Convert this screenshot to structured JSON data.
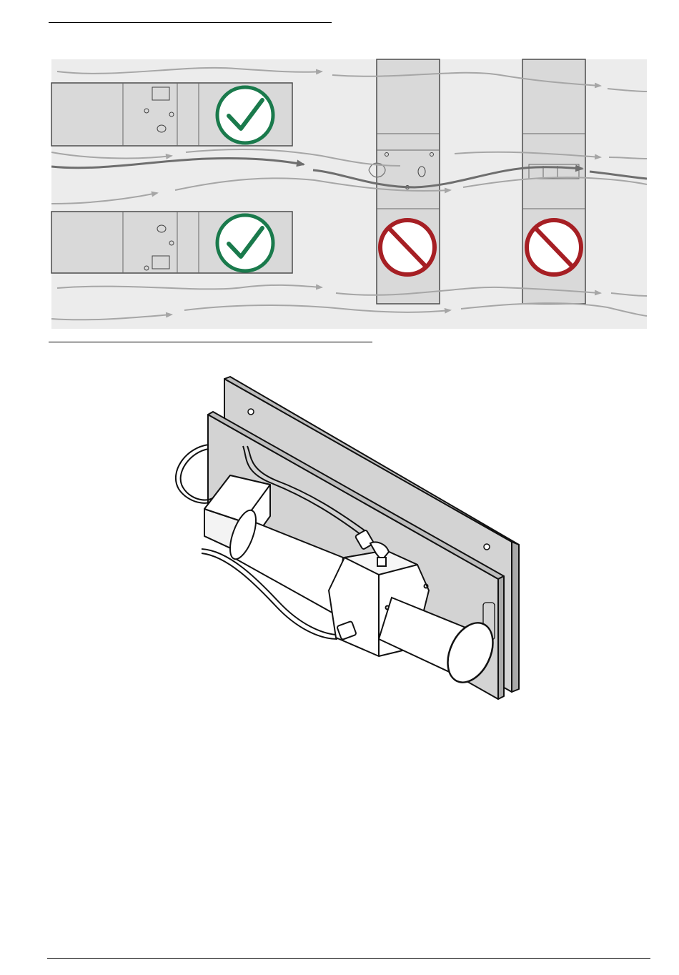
{
  "page": {
    "background": "#ffffff"
  },
  "figure_airflow": {
    "panel_color": "#ececec",
    "duct_color": "#d9d9d9",
    "flow_arrow_color": "#a6a6a6",
    "main_flow_color": "#6e6e6e",
    "correct_color": "#1a7a4c",
    "incorrect_color": "#a61f24",
    "symbols": [
      {
        "name": "correct-orientation-top",
        "icon": "check-circle-icon"
      },
      {
        "name": "correct-orientation-bottom",
        "icon": "check-circle-icon"
      },
      {
        "name": "incorrect-orientation-left",
        "icon": "prohibited-icon"
      },
      {
        "name": "incorrect-orientation-right",
        "icon": "prohibited-icon"
      }
    ]
  },
  "figure_installation": {
    "board_color": "#d3d3d3",
    "line_color": "#111111",
    "icons": [
      "mounting-board-icon",
      "sensor-cylinder-icon",
      "cable-icon",
      "elbow-fitting-icon"
    ]
  }
}
